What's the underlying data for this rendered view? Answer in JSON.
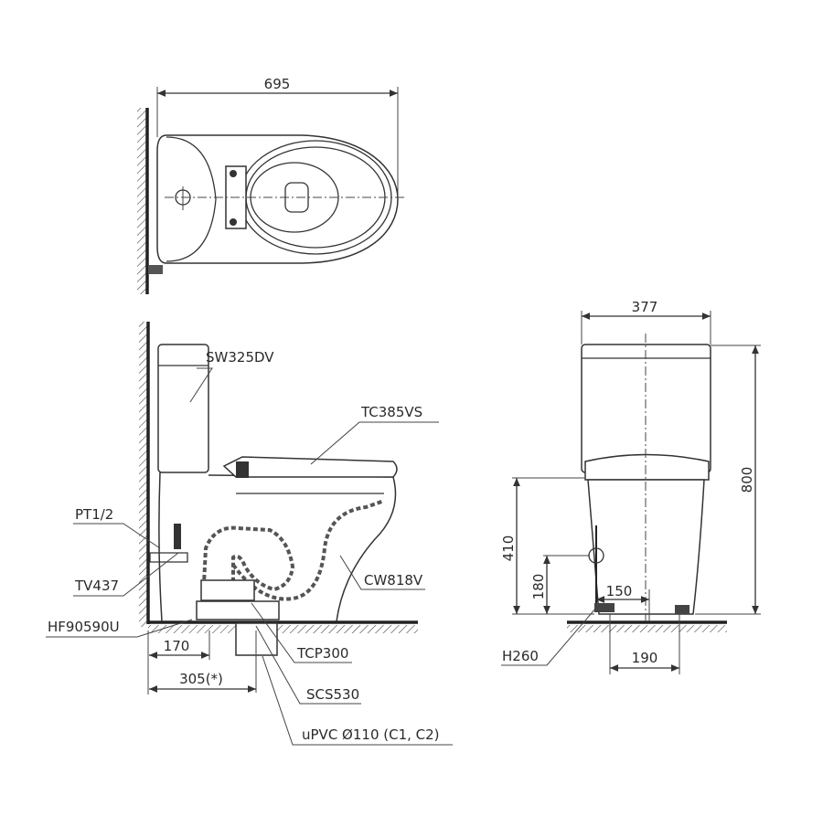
{
  "title": "Toilet dimension drawing",
  "top_view": {
    "width_dim": "695"
  },
  "side_view": {
    "labels": {
      "tank": "SW325DV",
      "seat": "TC385VS",
      "supply_thread": "PT1/2",
      "valve": "TV437",
      "hose": "HF90590U",
      "bowl": "CW818V",
      "flange": "TCP300",
      "seal": "SCS530",
      "pipe": "uPVC Ø110 (C1, C2)"
    },
    "dims": {
      "supply_offset": "170",
      "rough_in": "305(*)"
    }
  },
  "front_view": {
    "dims": {
      "width": "377",
      "height": "800",
      "seat_height": "410",
      "supply_height": "180",
      "supply_lateral": "150",
      "bolt_spacing": "190"
    },
    "labels": {
      "part": "H260"
    }
  }
}
